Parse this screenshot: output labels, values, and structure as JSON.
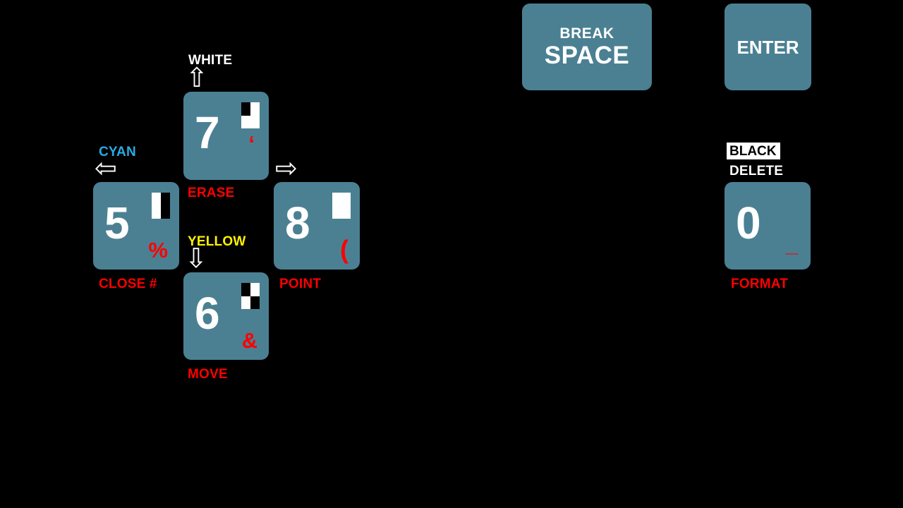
{
  "colors": {
    "background": "#000000",
    "key": "#4b8093",
    "command_red": "#ff0000",
    "cyan": "#29abe2",
    "yellow": "#fff200",
    "white": "#ffffff",
    "black": "#000000"
  },
  "top_row": {
    "break_space": {
      "line1": "BREAK",
      "line2": "SPACE"
    },
    "enter": {
      "label": "ENTER"
    }
  },
  "arrows": {
    "up": "⇧",
    "down": "⇩",
    "left": "⇦",
    "right": "⇨"
  },
  "cursor_keys": {
    "up": {
      "color_label": "WHITE",
      "digit": "7",
      "shift_symbol": "‘",
      "command": "ERASE",
      "icon": "quadrant-upper-left-block"
    },
    "left": {
      "color_label": "CYAN",
      "digit": "5",
      "shift_symbol": "%",
      "command": "CLOSE #",
      "icon": "right-half-block"
    },
    "right": {
      "digit": "8",
      "shift_symbol": "(",
      "command": "POINT",
      "icon": "full-white-block"
    },
    "down": {
      "color_label": "YELLOW",
      "digit": "6",
      "shift_symbol": "&",
      "command": "MOVE",
      "icon": "checker-block"
    }
  },
  "delete_key": {
    "color_label": "BLACK",
    "key_name": "DELETE",
    "digit": "0",
    "shift_symbol": "_",
    "command": "FORMAT"
  }
}
